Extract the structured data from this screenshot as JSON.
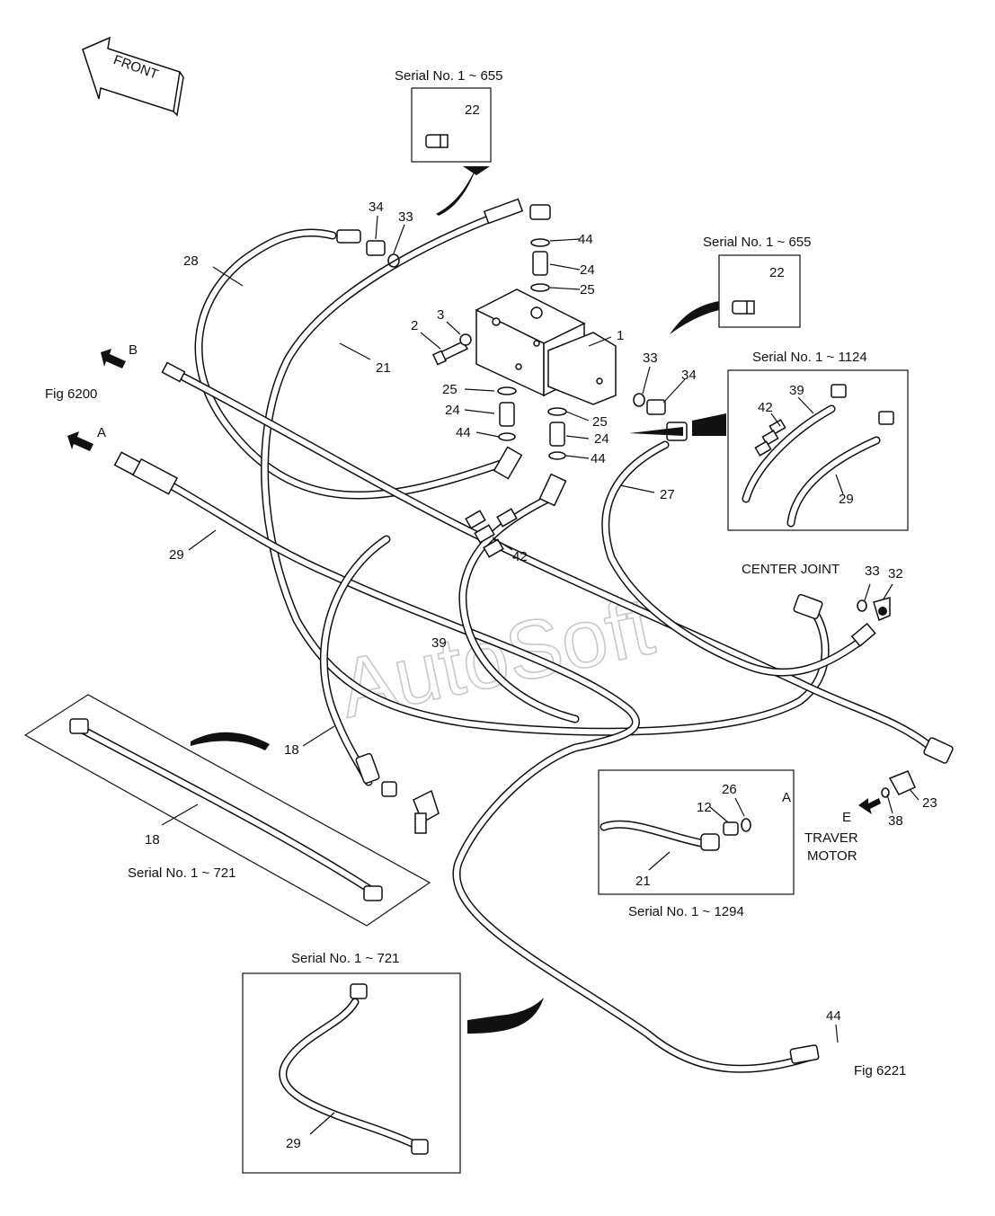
{
  "watermark": "AutoSoft",
  "front_label": "FRONT",
  "insets": {
    "top_left_serial": "Serial No. 1 ~ 655",
    "top_right_serial": "Serial No. 1 ~ 655",
    "right_hose_serial": "Serial No. 1 ~ 1124",
    "left_hose_serial": "Serial No. 1 ~ 721",
    "right_fitting_serial": "Serial No. 1 ~ 1294",
    "bottom_serial": "Serial No. 1 ~ 721"
  },
  "references": {
    "fig_left": "Fig 6200",
    "fig_right": "Fig 6221",
    "center_joint": "CENTER JOINT",
    "travel_motor_line1": "TRAVER",
    "travel_motor_line2": "MOTOR"
  },
  "arrows": {
    "a_left": "A",
    "b_left": "B",
    "a_right": "A",
    "e": "E"
  },
  "callouts": {
    "c22a": "22",
    "c22b": "22",
    "c44a": "44",
    "c24a": "24",
    "c25a": "25",
    "c34a": "34",
    "c33a": "33",
    "c28": "28",
    "c21": "21",
    "c1": "1",
    "c2": "2",
    "c3": "3",
    "c33b": "33",
    "c34b": "34",
    "c25b": "25",
    "c24b": "24",
    "c44b": "44",
    "c25c": "25",
    "c24c": "24",
    "c44c": "44",
    "c27": "27",
    "c29a": "29",
    "c42a": "42",
    "c39a": "39",
    "c39b": "39",
    "c42b": "42",
    "c29b": "29",
    "c33c": "33",
    "c32": "32",
    "c18a": "18",
    "c18b": "18",
    "c12": "12",
    "c26": "26",
    "c21b": "21",
    "c23": "23",
    "c38": "38",
    "c44d": "44",
    "c29c": "29"
  },
  "colors": {
    "ink": "#111111",
    "watermark": "#c8c8c8",
    "background": "#ffffff"
  }
}
